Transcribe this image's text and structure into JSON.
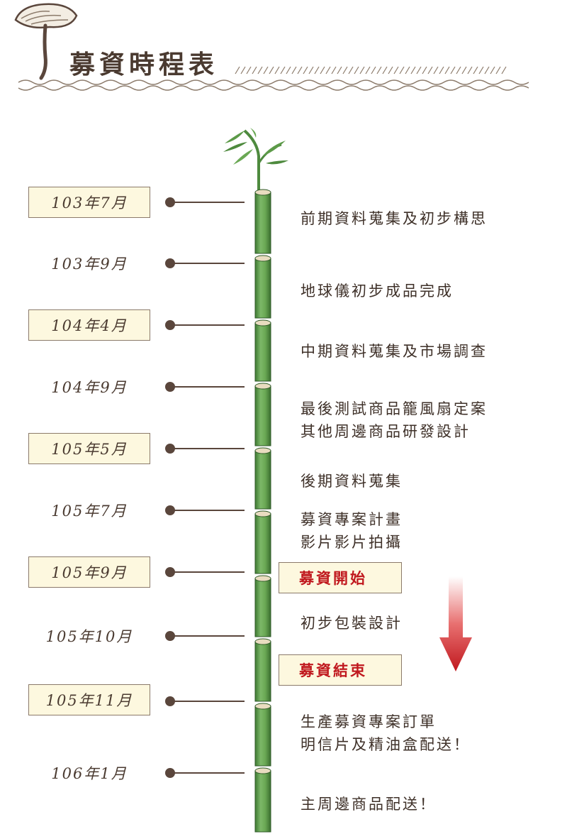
{
  "page": {
    "title": "募資時程表"
  },
  "timeline": [
    {
      "date": "103年7月",
      "boxed": true,
      "lines": [
        "前期資料蒐集及初步構思"
      ]
    },
    {
      "date": "103年9月",
      "boxed": false,
      "lines": [
        "地球儀初步成品完成"
      ]
    },
    {
      "date": "104年4月",
      "boxed": true,
      "lines": [
        "中期資料蒐集及市場調查"
      ]
    },
    {
      "date": "104年9月",
      "boxed": false,
      "lines": [
        "最後測試商品籠風扇定案",
        "其他周邊商品研發設計"
      ]
    },
    {
      "date": "105年5月",
      "boxed": true,
      "lines": [
        "後期資料蒐集"
      ]
    },
    {
      "date": "105年7月",
      "boxed": false,
      "lines": [
        "募資專案計畫",
        "影片影片拍攝"
      ]
    },
    {
      "date": "105年9月",
      "boxed": true,
      "highlight": "募資開始"
    },
    {
      "date": "",
      "boxed": false,
      "lines": [
        "初步包裝設計"
      ]
    },
    {
      "date": "105年10月",
      "boxed": false,
      "highlight": "募資結束"
    },
    {
      "date": "105年11月",
      "boxed": true,
      "lines": [
        "生產募資專案訂單",
        "明信片及精油盒配送！"
      ]
    },
    {
      "date": "106年1月",
      "boxed": false,
      "lines": [
        "主周邊商品配送！"
      ]
    }
  ],
  "colors": {
    "accent_red": "#c0181e",
    "bamboo_green": "#6fa55c",
    "label_bg": "#fdf8df",
    "text_brown": "#4a3a30"
  },
  "icons": {
    "header": "mushroom-icon",
    "top": "bamboo-sprout-icon",
    "arrow": "down-arrow-icon"
  }
}
